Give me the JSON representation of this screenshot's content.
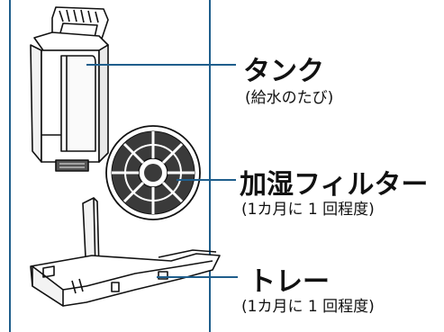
{
  "parts": [
    {
      "name": "tank",
      "title": "タンク",
      "note": "(給水のたび)"
    },
    {
      "name": "humidifying-filter",
      "title": "加湿フィルター",
      "note": "(1カ月に 1 回程度)"
    },
    {
      "name": "tray",
      "title": "トレー",
      "note": "(1カ月に 1 回程度)"
    }
  ],
  "colors": {
    "frame": "#1f5e8c",
    "ink": "#111111"
  }
}
